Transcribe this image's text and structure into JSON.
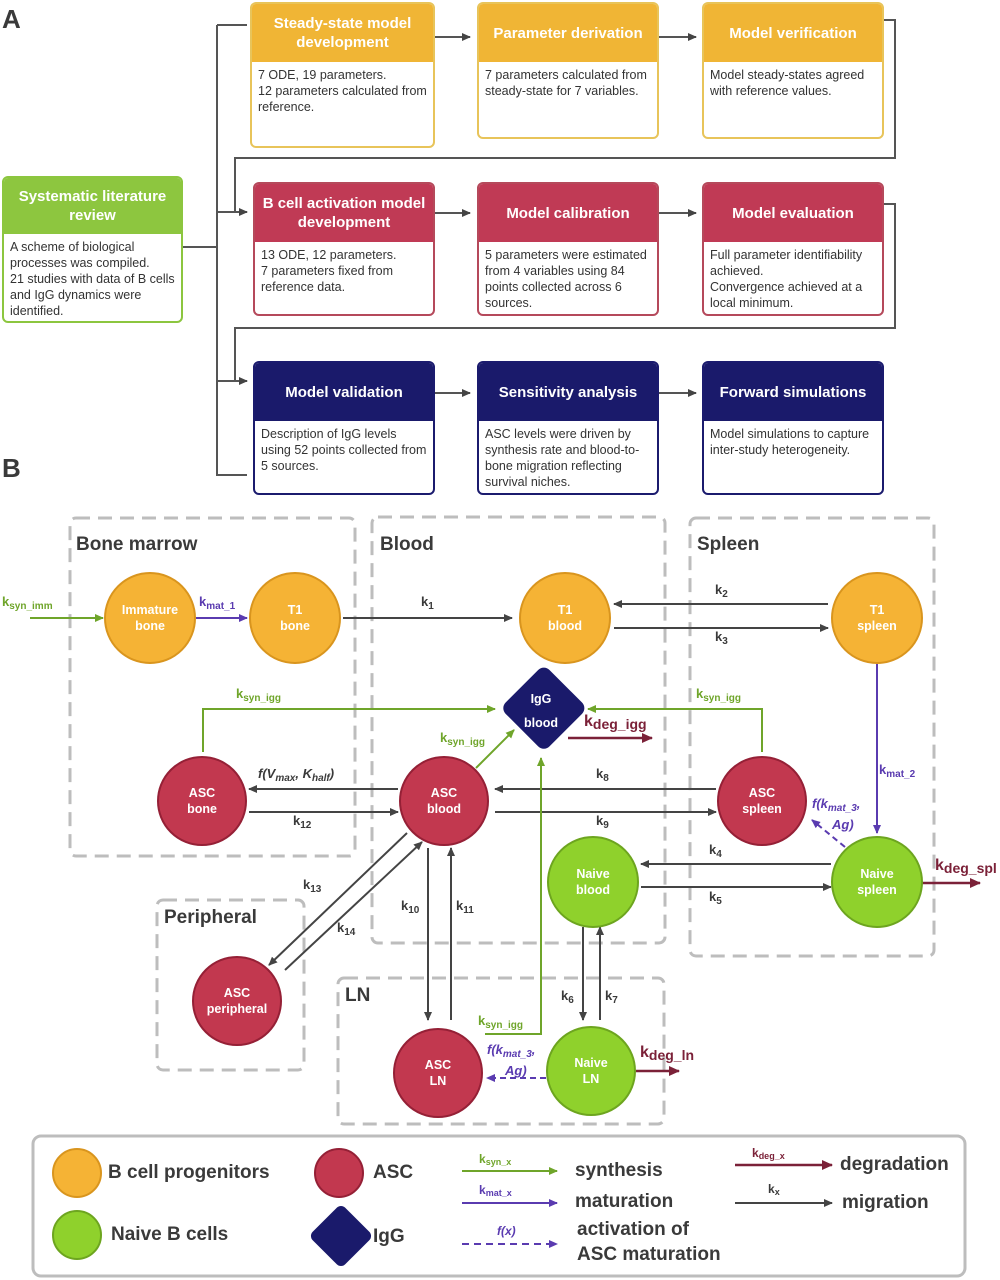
{
  "panels": {
    "a": "A",
    "b": "B"
  },
  "flow": {
    "lit": {
      "title": "Systematic literature review",
      "body": "A scheme of biological processes was compiled.\n21 studies with data of B cells and IgG dynamics were identified."
    },
    "ss_dev": {
      "title": "Steady-state model development",
      "body": "7 ODE, 19 parameters.\n12 parameters calculated from reference."
    },
    "param_der": {
      "title": "Parameter derivation",
      "body": "7 parameters calculated from steady-state for 7 variables."
    },
    "model_ver": {
      "title": "Model verification",
      "body": "Model steady-states agreed with reference values."
    },
    "bcell_dev": {
      "title": "B cell activation model development",
      "body": "13 ODE, 12 parameters.\n7 parameters fixed from reference data."
    },
    "model_cal": {
      "title": "Model calibration",
      "body": "5 parameters were estimated from 4 variables using 84 points collected across 6 sources."
    },
    "model_eval": {
      "title": "Model evaluation",
      "body": "Full parameter identifiability achieved.\nConvergence achieved at a local minimum."
    },
    "model_val": {
      "title": "Model validation",
      "body": "Description of IgG levels using 52 points collected from 5 sources."
    },
    "sens": {
      "title": "Sensitivity analysis",
      "body": "ASC levels were driven by synthesis rate and blood-to-bone migration reflecting survival  niches."
    },
    "fwd": {
      "title": "Forward simulations",
      "body": "Model simulations to capture inter-study heterogeneity."
    }
  },
  "regions": {
    "bone_marrow": "Bone marrow",
    "blood": "Blood",
    "spleen": "Spleen",
    "peripheral": "Peripheral",
    "ln": "LN"
  },
  "nodes": {
    "immature_bone": [
      "Immature",
      "bone"
    ],
    "t1_bone": [
      "T1",
      "bone"
    ],
    "t1_blood": [
      "T1",
      "blood"
    ],
    "t1_spleen": [
      "T1",
      "spleen"
    ],
    "igg_blood": [
      "IgG",
      "blood"
    ],
    "asc_bone": [
      "ASC",
      "bone"
    ],
    "asc_blood": [
      "ASC",
      "blood"
    ],
    "asc_spleen": [
      "ASC",
      "spleen"
    ],
    "naive_blood": [
      "Naive",
      "blood"
    ],
    "naive_spleen": [
      "Naive",
      "spleen"
    ],
    "asc_peripheral": [
      "ASC",
      "peripheral"
    ],
    "asc_ln": [
      "ASC",
      "LN"
    ],
    "naive_ln": [
      "Naive",
      "LN"
    ]
  },
  "rates": {
    "k_syn_imm": {
      "k": "k",
      "sub": "syn_imm"
    },
    "k_mat_1": {
      "k": "k",
      "sub": "mat_1"
    },
    "k1": {
      "k": "k",
      "sub": "1"
    },
    "k2": {
      "k": "k",
      "sub": "2"
    },
    "k3": {
      "k": "k",
      "sub": "3"
    },
    "k_syn_igg_bone": {
      "k": "k",
      "sub": "syn_igg"
    },
    "k_syn_igg_blood": {
      "k": "k",
      "sub": "syn_igg"
    },
    "k_syn_igg_spleen": {
      "k": "k",
      "sub": "syn_igg"
    },
    "k_syn_igg_ln": {
      "k": "k",
      "sub": "syn_igg"
    },
    "k_deg_igg": {
      "k": "k",
      "sub": "deg_igg"
    },
    "k_mat_2": {
      "k": "k",
      "sub": "mat_2"
    },
    "k8": {
      "k": "k",
      "sub": "8"
    },
    "k9": {
      "k": "k",
      "sub": "9"
    },
    "k12": {
      "k": "k",
      "sub": "12"
    },
    "k4": {
      "k": "k",
      "sub": "4"
    },
    "k5": {
      "k": "k",
      "sub": "5"
    },
    "k_deg_spl": {
      "k": "k",
      "sub": "deg_spl"
    },
    "k13": {
      "k": "k",
      "sub": "13"
    },
    "k14": {
      "k": "k",
      "sub": "14"
    },
    "k10": {
      "k": "k",
      "sub": "10"
    },
    "k11": {
      "k": "k",
      "sub": "11"
    },
    "k6": {
      "k": "k",
      "sub": "6"
    },
    "k7": {
      "k": "k",
      "sub": "7"
    },
    "k_deg_ln": {
      "k": "k",
      "sub": "deg_ln"
    }
  },
  "functions": {
    "f_vmax": {
      "a": "f(V",
      "s1": "max",
      "b": ", K",
      "s2": "half",
      "c": ")"
    },
    "f_kmat3_spleen": {
      "a": "f(k",
      "s": "mat_3",
      "b": ",",
      "c": "Ag)"
    },
    "f_kmat3_ln": {
      "a": "f(k",
      "s": "mat_3",
      "b": ",",
      "c": "Ag)"
    }
  },
  "legend": {
    "progenitors": "B cell progenitors",
    "asc": "ASC",
    "naive": "Naive B cells",
    "igg": "IgG",
    "syn_k": "k",
    "syn_sub": "syn_x",
    "synthesis": "synthesis",
    "mat_k": "k",
    "mat_sub": "mat_x",
    "maturation": "maturation",
    "fx": "f(x)",
    "activation": "activation of\nASC maturation",
    "deg_k": "k",
    "deg_sub": "deg_x",
    "degradation": "degradation",
    "mig_k": "k",
    "mig_sub": "x",
    "migration": "migration"
  },
  "colors": {
    "orange": "#f5b335",
    "red": "#c2384f",
    "green": "#8fd12c",
    "navy": "#1a1a6b",
    "purple": "#5a3bb0",
    "maroon": "#7b2138",
    "grey": "#3a3a3a",
    "syn_green": "#6fa52a"
  }
}
